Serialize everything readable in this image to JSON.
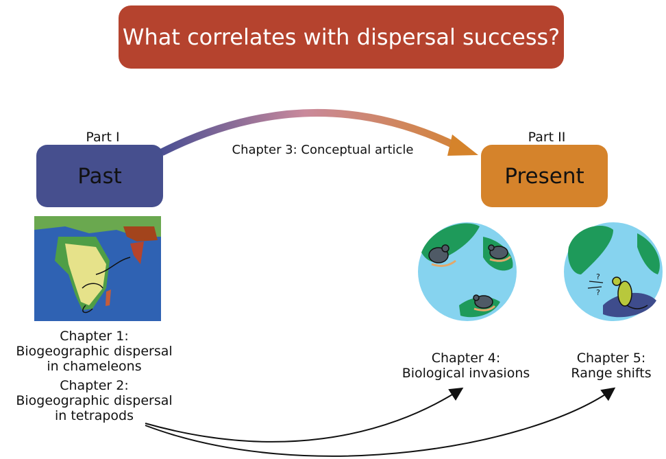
{
  "title": "What correlates with dispersal success?",
  "part_past": "Part I",
  "part_present": "Part II",
  "box_past": "Past",
  "box_present": "Present",
  "chapter3": "Chapter 3: Conceptual article",
  "chapter1": {
    "line1": "Chapter 1:",
    "line2": "Biogeographic dispersal",
    "line3": "in chameleons"
  },
  "chapter2": {
    "line1": "Chapter 2:",
    "line2": "Biogeographic dispersal",
    "line3": "in tetrapods"
  },
  "chapter4": {
    "line1": "Chapter 4:",
    "line2": "Biological invasions"
  },
  "chapter5": {
    "line1": "Chapter 5:",
    "line2": "Range shifts"
  },
  "question_marks": [
    "?",
    "?"
  ],
  "colors": {
    "title_bg": "#b5432e",
    "past": "#464f8e",
    "present": "#d5832b",
    "ocean": "#86d3ef",
    "land": "#1e9a5a",
    "rat": "#4f5a66",
    "iguana": "#b8c83c"
  },
  "icons": [
    "africa-map",
    "globe-with-rats",
    "globe-with-iguana",
    "rat-icon",
    "iguana-icon"
  ]
}
